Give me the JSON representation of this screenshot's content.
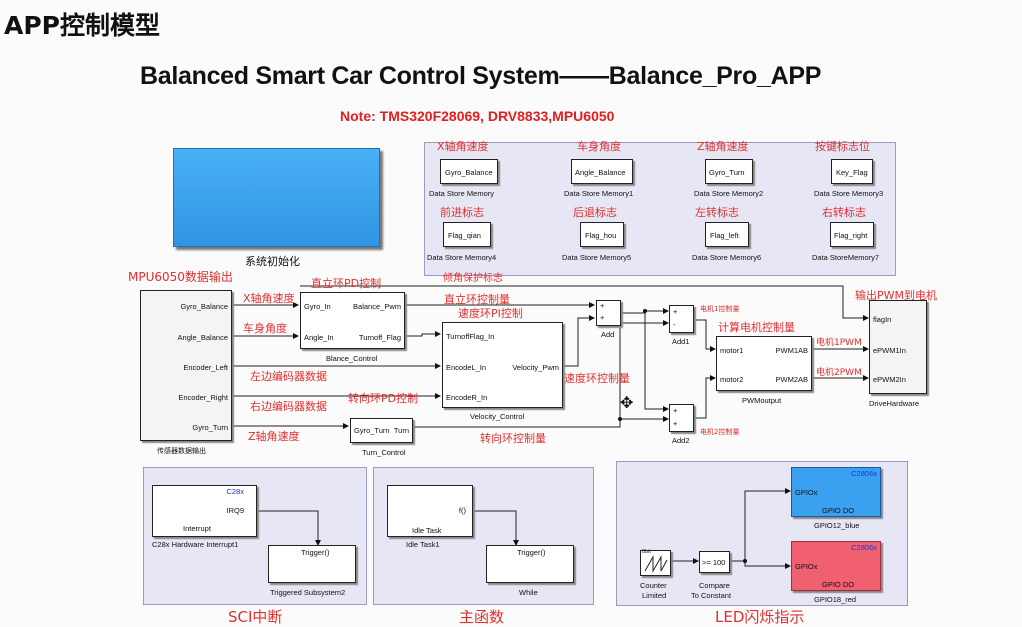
{
  "slide_title": "APP控制模型",
  "model_title": "Balanced Smart Car Control System——Balance_Pro_APP",
  "note": "Note: TMS320F28069, DRV8833,MPU6050",
  "init_block": {
    "caption": "系统初始化"
  },
  "data_stores": [
    {
      "header": "X轴角速度",
      "name": "Gyro_Balance",
      "caption": "Data Store Memory"
    },
    {
      "header": "车身角度",
      "name": "Angle_Balance",
      "caption": "Data Store Memory1"
    },
    {
      "header": "Z轴角速度",
      "name": "Gyro_Turn",
      "caption": "Data Store Memory2"
    },
    {
      "header": "按键标志位",
      "name": "Key_Flag",
      "caption": "Data Store Memory3"
    },
    {
      "header": "前进标志",
      "name": "Flag_qian",
      "caption": "Data Store Memory4"
    },
    {
      "header": "后退标志",
      "name": "Flag_hou",
      "caption": "Data Store Memory5"
    },
    {
      "header": "左转标志",
      "name": "Flag_left",
      "caption": "Data Store Memory6"
    },
    {
      "header": "右转标志",
      "name": "Flag_right",
      "caption": "Data StoreMemory7"
    }
  ],
  "tilt_protect": "倾角保护标志",
  "sensor": {
    "header": "MPU6050数据输出",
    "ports": [
      "Gyro_Balance",
      "Angle_Balance",
      "Encoder_Left",
      "Encoder_Right",
      "Gyro_Turn"
    ],
    "caption": "传感器数据输出"
  },
  "balance_control": {
    "header": "直立环PD控制",
    "in1": "Gyro_In",
    "in2": "Angle_In",
    "out1": "Balance_Pwm",
    "out2": "Turnoff_Flag",
    "caption": "Blance_Control"
  },
  "velocity_control": {
    "header": "速度环PI控制",
    "in1": "TurnoffFlag_In",
    "in2": "EncodeL_In",
    "in3": "EncodeR_In",
    "out1": "Velocity_Pwm",
    "caption": "Velocity_Control"
  },
  "turn_control": {
    "header": "转向环PD控制",
    "in1": "Gyro_Turn",
    "out1": "Turn",
    "caption": "Turn_Control"
  },
  "signals": {
    "x_rate": "X轴角速度",
    "body_angle": "车身角度",
    "left_enc": "左边编码器数据",
    "right_enc": "右边编码器数据",
    "z_rate": "Z轴角速度",
    "upright_out": "直立环控制量",
    "speed_out": "速度环控制量",
    "turn_out": "转向环控制量",
    "motor1_ctrl": "电机1控制量",
    "motor2_ctrl": "电机2控制量",
    "pwm1": "电机1PWM",
    "pwm2": "电机2PWM",
    "to_motor": "输出PWM到电机",
    "calc_motor": "计算电机控制量"
  },
  "sum_blocks": [
    "Add",
    "Add1",
    "Add2"
  ],
  "pwm_output": {
    "in1": "motor1",
    "in2": "motor2",
    "out1": "PWM1AB",
    "out2": "PWM2AB",
    "caption": "PWMoutput"
  },
  "drive_hw": {
    "in1": "flagIn",
    "in2": "ePWM1In",
    "in3": "ePWM2In",
    "caption": "DriveHardware"
  },
  "sci_panel": {
    "hwi_tag": "C28x",
    "hwi_label": "Interrupt",
    "hwi_port": "IRQ9",
    "hwi_caption": "C28x Hardware Interrupt1",
    "trigger": "Trigger()",
    "sub_caption": "Triggered Subsystem2",
    "label": "SCI中断"
  },
  "main_panel": {
    "idle_label": "Idle Task",
    "idle_port": "f()",
    "idle_caption": "Idle Task1",
    "trigger": "Trigger()",
    "while_caption": "While",
    "label": "主函数"
  },
  "led_panel": {
    "counter_caption1": "Counter",
    "counter_caption2": "Limited",
    "counter_badge": "8bit",
    "compare_text": ">= 100",
    "compare_caption1": "Compare",
    "compare_caption2": "To Constant",
    "gpio1": {
      "tag": "C2806x",
      "port": "GPIOx",
      "label": "GPIO DO",
      "caption": "GPIO12_blue"
    },
    "gpio2": {
      "tag": "C2806x",
      "port": "GPIOx",
      "label": "GPIO DO",
      "caption": "GPIO18_red"
    },
    "label": "LED闪烁指示"
  },
  "colors": {
    "accent_red": "#e03030",
    "panel": "#e6e6f4",
    "blue_block": "#3aa0f0",
    "red_block": "#f06070"
  }
}
